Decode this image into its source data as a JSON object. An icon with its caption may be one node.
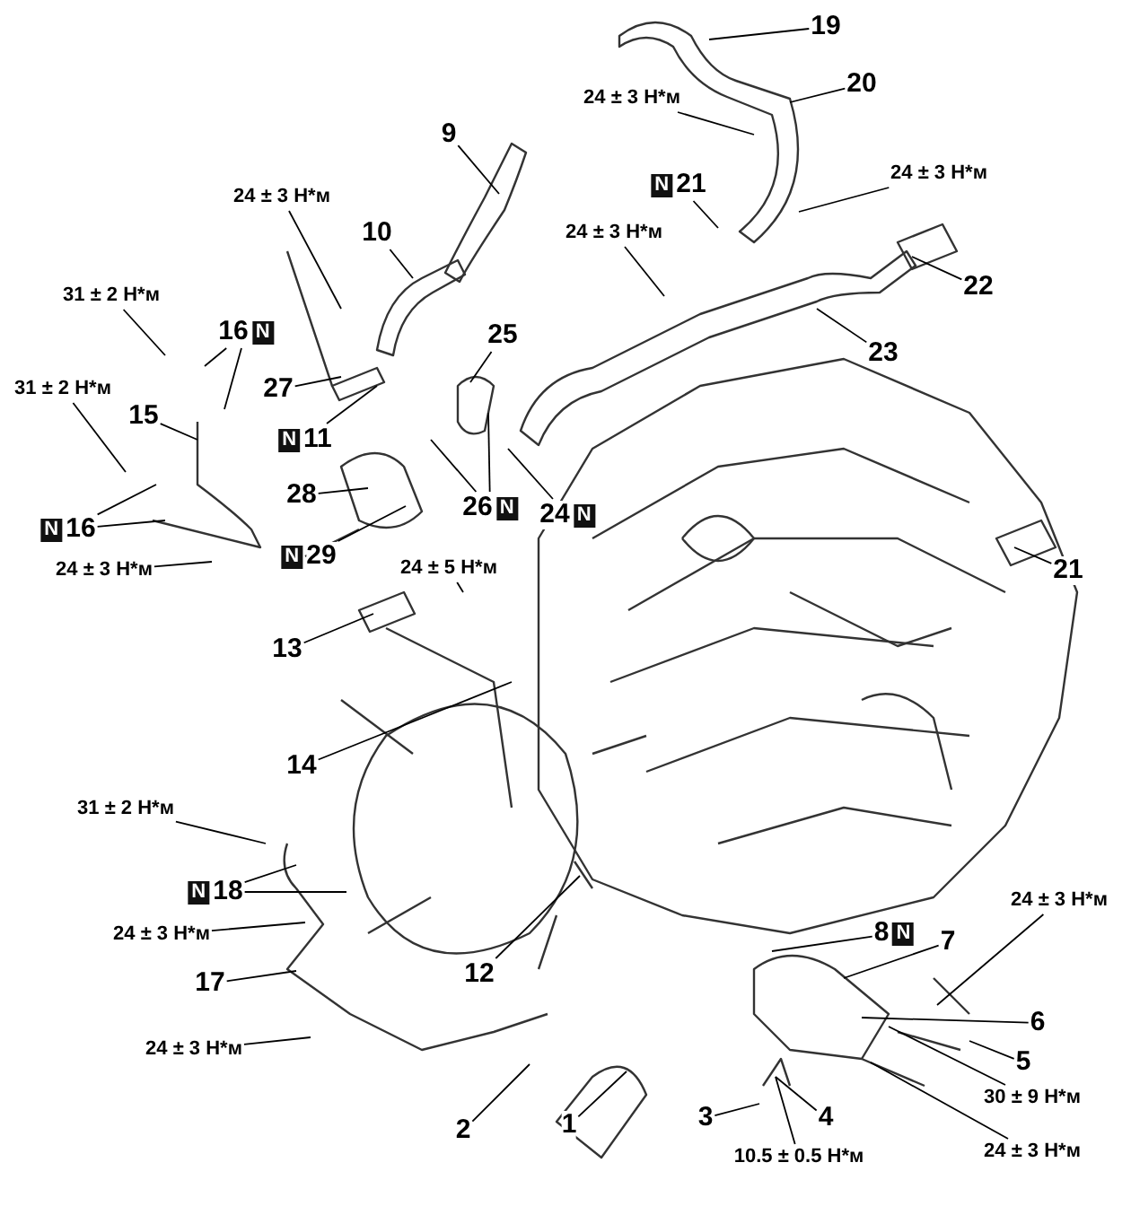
{
  "diagram": {
    "nodes": [
      {
        "text": [
          "19"
        ]
      },
      {
        "text": [
          "20"
        ]
      },
      {
        "text": [
          "24 ± 3 Н*м"
        ]
      },
      {
        "text": [
          "N",
          "21"
        ]
      },
      {
        "text": [
          "24 ± 3 Н*м"
        ]
      },
      {
        "text": [
          "24 ± 3 Н*м"
        ]
      },
      {
        "text": [
          "22"
        ]
      },
      {
        "text": [
          "23"
        ]
      },
      {
        "text": [
          "9"
        ]
      },
      {
        "text": [
          "24 ± 3 Н*м"
        ]
      },
      {
        "text": [
          "10"
        ]
      },
      {
        "text": [
          "31 ± 2 Н*м"
        ]
      },
      {
        "text": [
          "16",
          "N"
        ]
      },
      {
        "text": [
          "25"
        ]
      },
      {
        "text": [
          "27"
        ]
      },
      {
        "text": [
          "31 ± 2 Н*м"
        ]
      },
      {
        "text": [
          "15"
        ]
      },
      {
        "text": [
          "N",
          "11"
        ]
      },
      {
        "text": [
          "28"
        ]
      },
      {
        "text": [
          "26",
          "N"
        ]
      },
      {
        "text": [
          "24",
          "N"
        ]
      },
      {
        "text": [
          "N",
          "16"
        ]
      },
      {
        "text": [
          "N",
          "29"
        ]
      },
      {
        "text": [
          "24 ± 3 Н*м"
        ]
      },
      {
        "text": [
          "24 ± 5 Н*м"
        ]
      },
      {
        "text": [
          "21"
        ]
      },
      {
        "text": [
          "13"
        ]
      },
      {
        "text": [
          "14"
        ]
      },
      {
        "text": [
          "31 ± 2 Н*м"
        ]
      },
      {
        "text": [
          "N",
          "18"
        ]
      },
      {
        "text": [
          "24 ± 3 Н*м"
        ]
      },
      {
        "text": [
          "17"
        ]
      },
      {
        "text": [
          "12"
        ]
      },
      {
        "text": [
          "24 ± 3 Н*м"
        ]
      },
      {
        "text": [
          "2"
        ]
      },
      {
        "text": [
          "1"
        ]
      },
      {
        "text": [
          "3"
        ]
      },
      {
        "text": [
          "4"
        ]
      },
      {
        "text": [
          "10.5 ± 0.5 Н*м"
        ]
      },
      {
        "text": [
          "8",
          "N"
        ]
      },
      {
        "text": [
          "7"
        ]
      },
      {
        "text": [
          "24 ± 3 Н*м"
        ]
      },
      {
        "text": [
          "6"
        ]
      },
      {
        "text": [
          "5"
        ]
      },
      {
        "text": [
          "30 ± 9 Н*м"
        ]
      },
      {
        "text": [
          "24 ± 3 Н*м"
        ]
      }
    ],
    "edges": [
      {
        "from": 0,
        "to": null,
        "arrow": "none"
      },
      {
        "from": 1,
        "to": null,
        "arrow": "none"
      },
      {
        "from": 2,
        "to": null,
        "arrow": "none"
      },
      {
        "from": 3,
        "to": null,
        "arrow": "none"
      },
      {
        "from": 4,
        "to": null,
        "arrow": "none"
      },
      {
        "from": 5,
        "to": null,
        "arrow": "none"
      },
      {
        "from": 6,
        "to": null,
        "arrow": "none"
      },
      {
        "from": 7,
        "to": null,
        "arrow": "none"
      },
      {
        "from": 8,
        "to": null,
        "arrow": "none"
      },
      {
        "from": 9,
        "to": null,
        "arrow": "none"
      },
      {
        "from": 10,
        "to": null,
        "arrow": "none"
      },
      {
        "from": 11,
        "to": null,
        "arrow": "none"
      },
      {
        "from": 12,
        "to": null,
        "arrow": "none"
      },
      {
        "from": 12,
        "to": null,
        "arrow": "none"
      },
      {
        "from": 13,
        "to": null,
        "arrow": "none"
      },
      {
        "from": 14,
        "to": null,
        "arrow": "none"
      },
      {
        "from": 15,
        "to": null,
        "arrow": "none"
      },
      {
        "from": 16,
        "to": null,
        "arrow": "none"
      },
      {
        "from": 17,
        "to": null,
        "arrow": "none"
      },
      {
        "from": 18,
        "to": null,
        "arrow": "none"
      },
      {
        "from": 19,
        "to": null,
        "arrow": "none"
      },
      {
        "from": 19,
        "to": null,
        "arrow": "none"
      },
      {
        "from": 20,
        "to": null,
        "arrow": "none"
      },
      {
        "from": 21,
        "to": null,
        "arrow": "none"
      },
      {
        "from": 21,
        "to": null,
        "arrow": "none"
      },
      {
        "from": 22,
        "to": null,
        "arrow": "none"
      },
      {
        "from": 23,
        "to": null,
        "arrow": "none"
      },
      {
        "from": 24,
        "to": null,
        "arrow": "none"
      },
      {
        "from": 25,
        "to": null,
        "arrow": "none"
      },
      {
        "from": 26,
        "to": null,
        "arrow": "none"
      },
      {
        "from": 27,
        "to": null,
        "arrow": "none"
      },
      {
        "from": 28,
        "to": null,
        "arrow": "none"
      },
      {
        "from": 29,
        "to": null,
        "arrow": "none"
      },
      {
        "from": 29,
        "to": null,
        "arrow": "none"
      },
      {
        "from": 30,
        "to": null,
        "arrow": "none"
      },
      {
        "from": 31,
        "to": null,
        "arrow": "none"
      },
      {
        "from": 32,
        "to": null,
        "arrow": "none"
      },
      {
        "from": 33,
        "to": null,
        "arrow": "none"
      },
      {
        "from": 34,
        "to": null,
        "arrow": "none"
      },
      {
        "from": 35,
        "to": null,
        "arrow": "none"
      },
      {
        "from": 36,
        "to": null,
        "arrow": "none"
      },
      {
        "from": 37,
        "to": null,
        "arrow": "none"
      },
      {
        "from": 38,
        "to": null,
        "arrow": "none"
      },
      {
        "from": 39,
        "to": null,
        "arrow": "none"
      },
      {
        "from": 40,
        "to": null,
        "arrow": "none"
      },
      {
        "from": 41,
        "to": null,
        "arrow": "none"
      },
      {
        "from": 42,
        "to": null,
        "arrow": "none"
      },
      {
        "from": 43,
        "to": null,
        "arrow": "none"
      },
      {
        "from": 44,
        "to": null,
        "arrow": "none"
      },
      {
        "from": 45,
        "to": null,
        "arrow": "none"
      }
    ]
  }
}
